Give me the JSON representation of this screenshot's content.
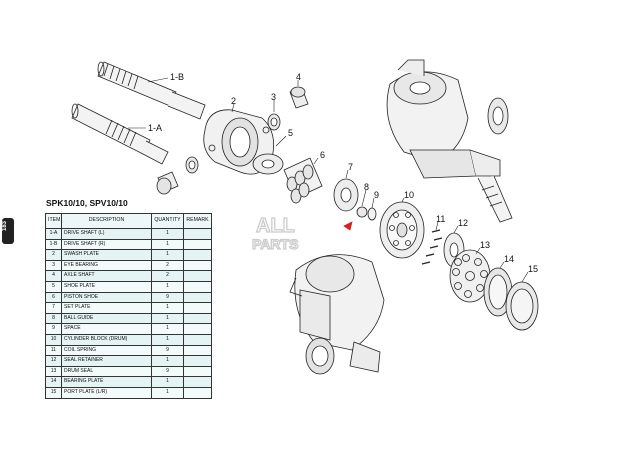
{
  "page_number": "183",
  "model_title": "SPK10/10, SPV10/10",
  "table": {
    "headers": [
      "ITEM",
      "DESCRIPTION",
      "QUANTITY",
      "REMARK"
    ],
    "rows": [
      {
        "item": "1-A",
        "description": "DRIVE SHAFT (L)",
        "quantity": "1",
        "remark": ""
      },
      {
        "item": "1-B",
        "description": "DRIVE SHAFT (R)",
        "quantity": "1",
        "remark": ""
      },
      {
        "item": "2",
        "description": "SWASH PLATE",
        "quantity": "1",
        "remark": ""
      },
      {
        "item": "3",
        "description": "EYE BEARING",
        "quantity": "2",
        "remark": ""
      },
      {
        "item": "4",
        "description": "AXLE SHAFT",
        "quantity": "2",
        "remark": ""
      },
      {
        "item": "5",
        "description": "SHOE PLATE",
        "quantity": "1",
        "remark": ""
      },
      {
        "item": "6",
        "description": "PISTON SHOE",
        "quantity": "9",
        "remark": ""
      },
      {
        "item": "7",
        "description": "SET PLATE",
        "quantity": "1",
        "remark": ""
      },
      {
        "item": "8",
        "description": "BALL GUIDE",
        "quantity": "1",
        "remark": ""
      },
      {
        "item": "9",
        "description": "SPACE",
        "quantity": "1",
        "remark": ""
      },
      {
        "item": "10",
        "description": "CYLINDER BLOCK (DRUM)",
        "quantity": "1",
        "remark": ""
      },
      {
        "item": "11",
        "description": "COIL SPRING",
        "quantity": "9",
        "remark": ""
      },
      {
        "item": "12",
        "description": "SEAL RETAINER",
        "quantity": "1",
        "remark": ""
      },
      {
        "item": "13",
        "description": "DRUM SEAL",
        "quantity": "9",
        "remark": ""
      },
      {
        "item": "14",
        "description": "BEARING PLATE",
        "quantity": "1",
        "remark": ""
      },
      {
        "item": "15",
        "description": "PORT PLATE (L/R)",
        "quantity": "1",
        "remark": ""
      }
    ]
  },
  "callouts": {
    "c1b": "1-B",
    "c1a": "1-A",
    "c2": "2",
    "c3": "3",
    "c4": "4",
    "c5": "5",
    "c6": "6",
    "c7": "7",
    "c8": "8",
    "c9": "9",
    "c10": "10",
    "c11": "11",
    "c12": "12",
    "c13": "13",
    "c14": "14",
    "c15": "15"
  },
  "watermark": {
    "line1": "ALL",
    "line2": "PARTS"
  },
  "colors": {
    "tab": "#222222",
    "table_fill": "#e4f3f3",
    "accent_red": "#d92020"
  }
}
